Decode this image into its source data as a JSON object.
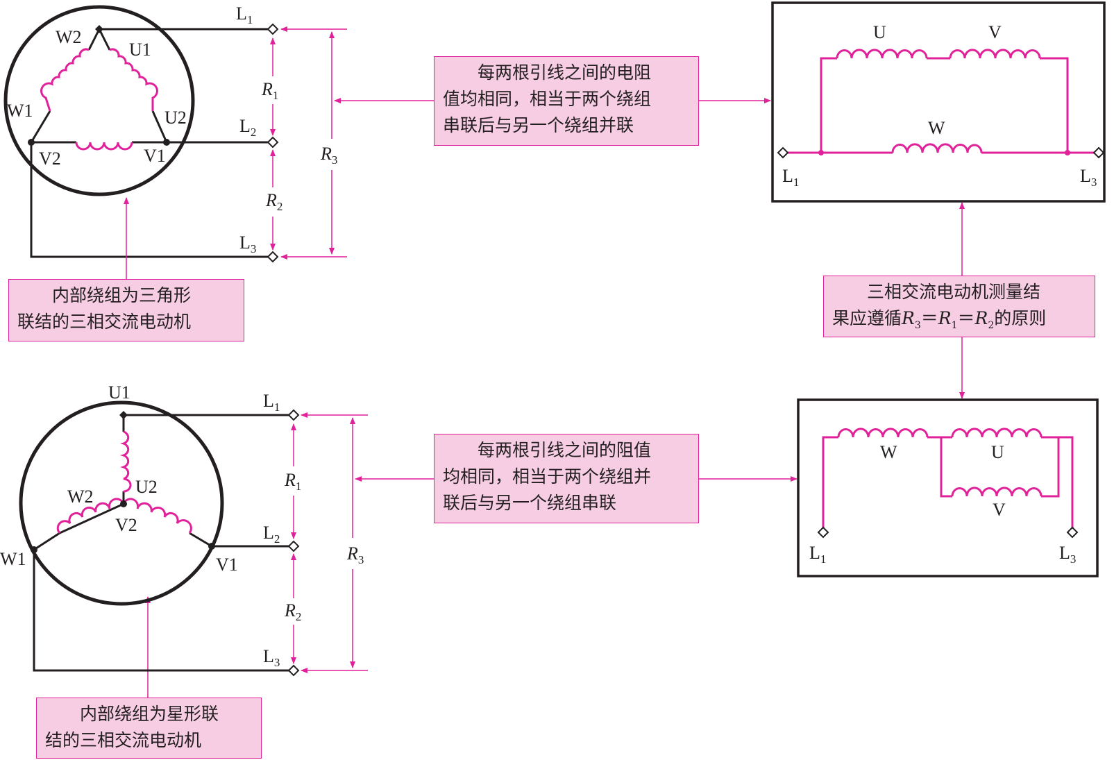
{
  "notes": {
    "top_middle": {
      "line1": "每两根引线之间的电阻",
      "line2": "值均相同，相当于两个绕组",
      "line3": "串联后与另一个绕组并联"
    },
    "top_left": {
      "line1": "内部绕组为三角形",
      "line2": "联结的三相交流电动机"
    },
    "right_middle": {
      "line1": "三相交流电动机测量结",
      "line2_pre": "果应遵循",
      "line2_post": "的原则",
      "formula": {
        "r3": "R",
        "r3_sub": "3",
        "eq": "＝",
        "r1": "R",
        "r1_sub": "1",
        "r2": "R",
        "r2_sub": "2"
      }
    },
    "bottom_middle": {
      "line1": "每两根引线之间的阻值",
      "line2": "均相同，相当于两个绕组并",
      "line3": "联后与另一个绕组串联"
    },
    "bottom_left": {
      "line1": "内部绕组为星形联",
      "line2": "结的三相交流电动机"
    }
  },
  "delta": {
    "W2": "W2",
    "U1": "U1",
    "W1": "W1",
    "U2": "U2",
    "V2": "V2",
    "V1": "V1",
    "L1": "L",
    "L1_sub": "1",
    "L2": "L",
    "L2_sub": "2",
    "L3": "L",
    "L3_sub": "3",
    "R1": "R",
    "R1_sub": "1",
    "R2": "R",
    "R2_sub": "2",
    "R3": "R",
    "R3_sub": "3"
  },
  "star": {
    "U1": "U1",
    "U2": "U2",
    "W2": "W2",
    "V2": "V2",
    "W1": "W1",
    "V1": "V1",
    "L1": "L",
    "L1_sub": "1",
    "L2": "L",
    "L2_sub": "2",
    "L3": "L",
    "L3_sub": "3",
    "R1": "R",
    "R1_sub": "1",
    "R2": "R",
    "R2_sub": "2",
    "R3": "R",
    "R3_sub": "3"
  },
  "eq_top": {
    "U": "U",
    "V": "V",
    "W": "W",
    "L1": "L",
    "L1_sub": "1",
    "L3": "L",
    "L3_sub": "3"
  },
  "eq_bottom": {
    "W": "W",
    "U": "U",
    "V": "V",
    "L1": "L",
    "L1_sub": "1",
    "L3": "L",
    "L3_sub": "3"
  },
  "colors": {
    "accent": "#e0219a",
    "box_fill": "#f7cde3",
    "line": "#231f20"
  }
}
